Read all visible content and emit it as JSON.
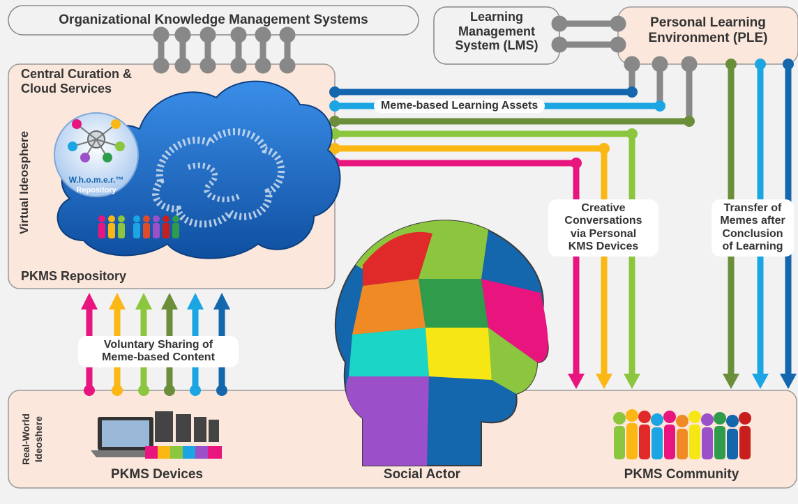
{
  "nodes": {
    "okms": "Organizational Knowledge Management Systems",
    "lms": "Learning Management System (LMS)",
    "ple": "Personal Learning Environment (PLE)",
    "central": "Central Curation & Cloud Services",
    "pkms_repository": "PKMS Repository",
    "virtual_ideosphere": "Virtual Ideosphere",
    "real_world_line1": "Real-World",
    "real_world_line2": "Ideoshere",
    "pkms_devices": "PKMS Devices",
    "social_actor": "Social Actor",
    "pkms_community": "PKMS Community",
    "whomer_name": "W.h.o.m.e.r.™",
    "whomer_repo": "Repository"
  },
  "labels": {
    "meme_assets": "Meme-based Learning Assets",
    "creative_1": "Creative",
    "creative_2": "Conversations",
    "creative_3": "via Personal",
    "creative_4": "KMS Devices",
    "transfer_1": "Transfer of",
    "transfer_2": "Memes after",
    "transfer_3": "Conclusion",
    "transfer_4": "of Learning",
    "voluntary_1": "Voluntary Sharing of",
    "voluntary_2": "Meme-based Content"
  },
  "colors": {
    "background": "#f2f2f2",
    "panel": "#fbe7dc",
    "box_border": "#888888",
    "pink": "#e8157f",
    "orange": "#fbb714",
    "lightgreen": "#8cc63f",
    "olive": "#6b8e3a",
    "lightblue": "#1ba6e3",
    "darkblue": "#1466ad",
    "connector_gray": "#888888",
    "cloud_blue": "#1e72c8"
  },
  "flows": {
    "sharing_arrows": [
      "pink",
      "orange",
      "lightgreen",
      "olive",
      "lightblue",
      "darkblue"
    ],
    "to_social_actor": [
      "pink",
      "orange",
      "lightgreen"
    ],
    "ple_to_community": [
      "olive",
      "lightblue",
      "darkblue"
    ],
    "connector_count_okms": 6
  }
}
